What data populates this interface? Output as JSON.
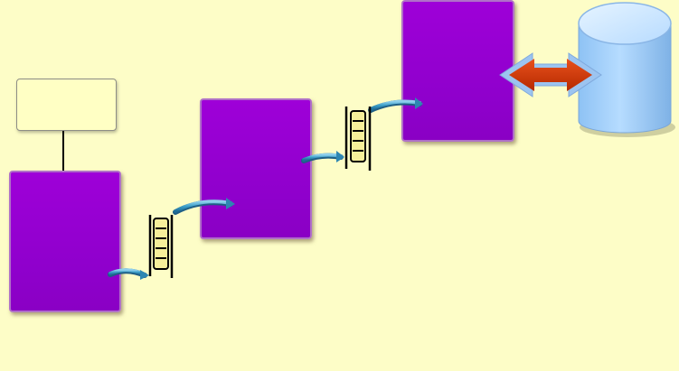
{
  "diagram": {
    "label_box_text": "",
    "stages": [
      {
        "id": "stage-1",
        "text": ""
      },
      {
        "id": "stage-2",
        "text": ""
      },
      {
        "id": "stage-3",
        "text": ""
      }
    ],
    "queues": [
      {
        "id": "queue-1",
        "slots": 5
      },
      {
        "id": "queue-2",
        "slots": 5
      }
    ],
    "colors": {
      "background": "#fdfdc7",
      "stage_fill": "#9400d3",
      "label_fill": "#ffffc4",
      "arrow": "#3a9ec8",
      "queue_slot": "#f6ef9a",
      "database_fill": "#a9d2ff",
      "double_arrow": "#cc3300",
      "double_arrow_outline": "#9cc4f0"
    },
    "icons": {
      "database": "database-cylinder-icon",
      "double_arrow": "double-arrow-icon",
      "queue": "queue-buffer-icon",
      "flow_arrow": "flow-arrow-icon"
    }
  }
}
